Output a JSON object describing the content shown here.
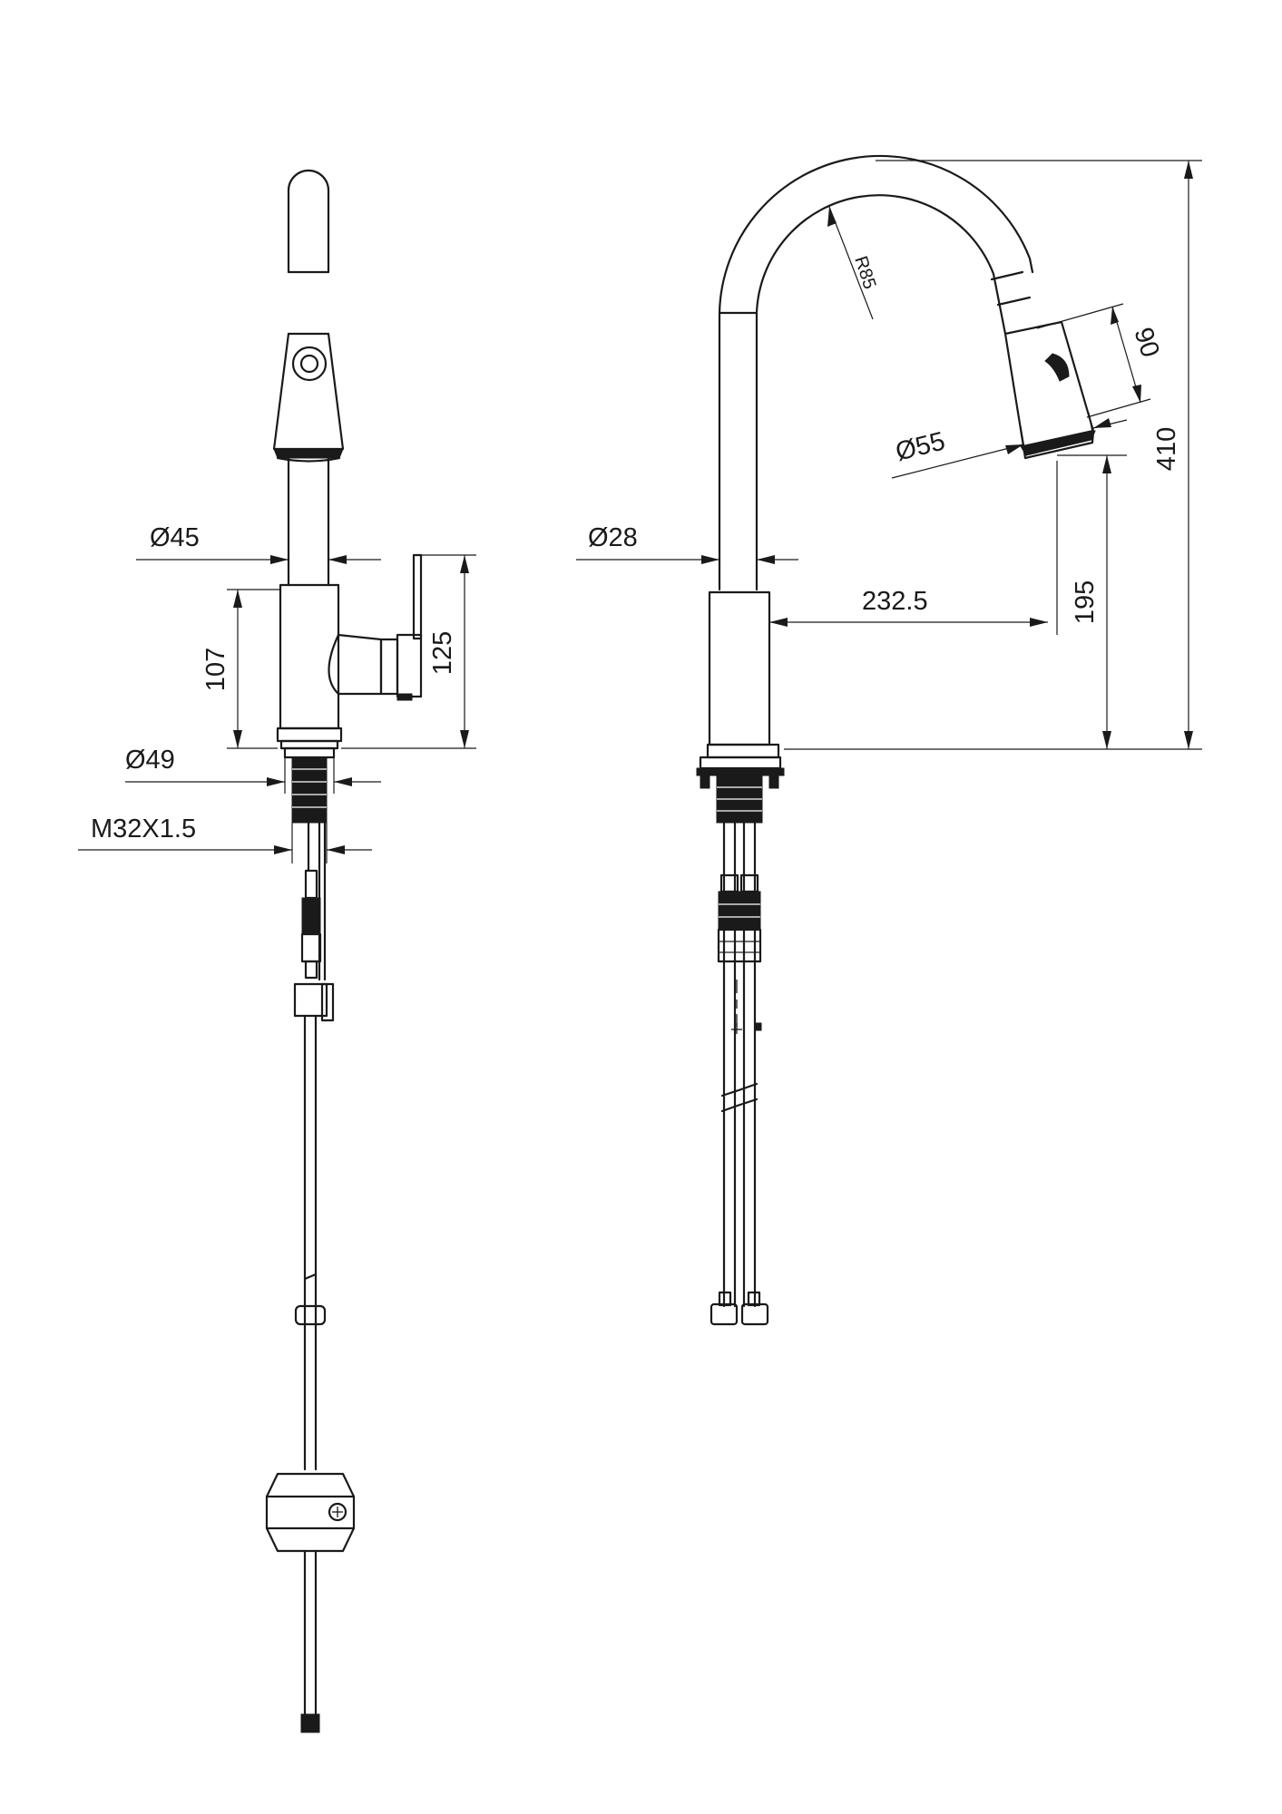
{
  "dimensions": {
    "front_spout_diameter": "Ø45",
    "front_body_height": "107",
    "front_lever_height": "125",
    "front_base_diameter": "Ø49",
    "front_thread": "M32X1.5",
    "side_spout_diameter": "Ø28",
    "side_radius": "R85",
    "side_head_length": "90",
    "side_head_diameter": "Ø55",
    "side_reach": "232.5",
    "side_spout_clearance": "195",
    "side_total_height": "410"
  }
}
